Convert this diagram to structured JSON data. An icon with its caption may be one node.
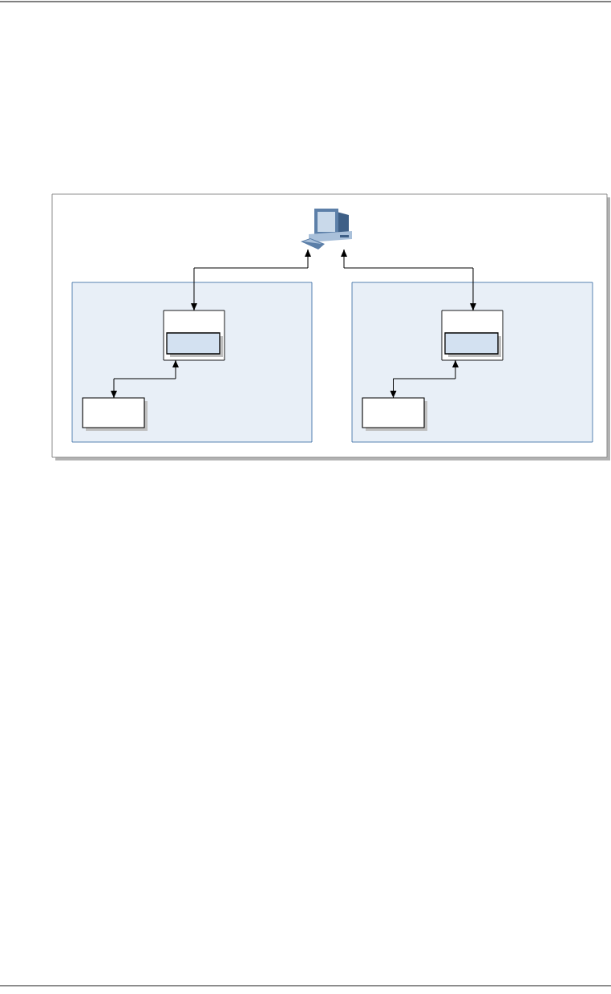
{
  "diagram": {
    "nodes": [
      {
        "text": [],
        "shape": "box"
      },
      {
        "text": [],
        "shape": "picture",
        "in": 0
      },
      {
        "text": [],
        "shape": "box",
        "in": 0
      },
      {
        "text": [],
        "shape": "box",
        "in": 2
      },
      {
        "text": [],
        "shape": "box",
        "in": 3
      },
      {
        "text": [],
        "shape": "box",
        "in": 2
      },
      {
        "text": [],
        "shape": "box",
        "in": 0
      },
      {
        "text": [],
        "shape": "box",
        "in": 6
      },
      {
        "text": [],
        "shape": "box",
        "in": 7
      },
      {
        "text": [],
        "shape": "box",
        "in": 6
      }
    ],
    "edges": [
      {
        "from": 1,
        "to": 3,
        "arrow": "both"
      },
      {
        "from": 3,
        "to": 5,
        "arrow": "both"
      },
      {
        "from": 1,
        "to": 7,
        "arrow": "both"
      },
      {
        "from": 7,
        "to": 9,
        "arrow": "both"
      }
    ]
  }
}
